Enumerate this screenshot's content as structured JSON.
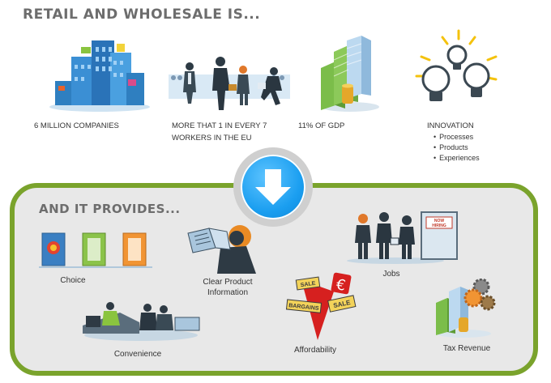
{
  "title": "RETAIL AND WHOLESALE IS...",
  "stats": [
    {
      "text": "6 MILLION COMPANIES",
      "icon": "office-buildings-icon"
    },
    {
      "text": "MORE THAT 1 IN EVERY 7 WORKERS IN THE EU",
      "icon": "workers-icon"
    },
    {
      "text": "11% OF GDP",
      "icon": "money-stacks-icon"
    },
    {
      "text": "INNOVATION",
      "icon": "lightbulbs-icon",
      "bullets": [
        "Processes",
        "Products",
        "Experiences"
      ]
    }
  ],
  "subtitle": "AND IT PROVIDES...",
  "provides": [
    {
      "label": "Choice",
      "icon": "product-boxes-icon"
    },
    {
      "label": "Clear Product Information",
      "icon": "reading-person-icon"
    },
    {
      "label": "Jobs",
      "icon": "job-seekers-icon"
    },
    {
      "label": "Convenience",
      "icon": "checkout-counter-icon"
    },
    {
      "label": "Affordability",
      "icon": "price-tags-icon"
    },
    {
      "label": "Tax Revenue",
      "icon": "money-gears-icon"
    }
  ],
  "signs": {
    "sale_small": "SALE",
    "sale": "SALE",
    "bargains": "BARGAINS",
    "now_hiring": "NOW HIRING"
  },
  "colors": {
    "panel_border": "#7aa32c",
    "panel_bg": "#e8e8e8",
    "arrow_blue": "#1a9ef0",
    "heading": "#6d6d6d"
  }
}
